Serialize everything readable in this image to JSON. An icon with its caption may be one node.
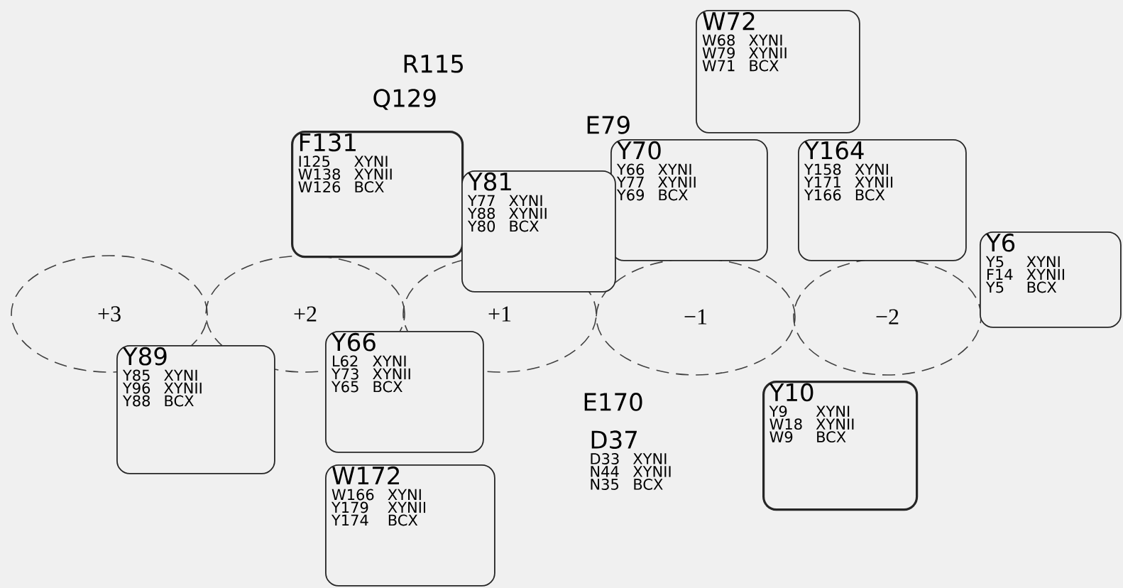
{
  "diagram": {
    "nodes": [
      {
        "text": [
          "+3"
        ]
      },
      {
        "text": [
          "+2"
        ]
      },
      {
        "text": [
          "+1"
        ]
      },
      {
        "text": [
          "−1"
        ]
      },
      {
        "text": [
          "−2"
        ]
      },
      {
        "text": [
          "W72",
          "W68",
          "XYNI",
          "W79",
          "XYNII",
          "W71",
          "BCX"
        ]
      },
      {
        "text": [
          "F131",
          "I125",
          "XYNI",
          "W138",
          "XYNII",
          "W126",
          "BCX"
        ]
      },
      {
        "text": [
          "Y70",
          "Y66",
          "XYNI",
          "Y77",
          "XYNII",
          "Y69",
          "BCX"
        ]
      },
      {
        "text": [
          "Y164",
          "Y158",
          "XYNI",
          "Y171",
          "XYNII",
          "Y166",
          "BCX"
        ]
      },
      {
        "text": [
          "Y81",
          "Y77",
          "XYNI",
          "Y88",
          "XYNII",
          "Y80",
          "BCX"
        ]
      },
      {
        "text": [
          "Y6",
          "Y5",
          "XYNI",
          "F14",
          "XYNII",
          "Y5",
          "BCX"
        ]
      },
      {
        "text": [
          "Y66",
          "L62",
          "XYNI",
          "Y73",
          "XYNII",
          "Y65",
          "BCX"
        ]
      },
      {
        "text": [
          "Y89",
          "Y85",
          "XYNI",
          "Y96",
          "XYNII",
          "Y88",
          "BCX"
        ]
      },
      {
        "text": [
          "Y10",
          "Y9",
          "XYNI",
          "W18",
          "XYNII",
          "W9",
          "BCX"
        ]
      },
      {
        "text": [
          "W172",
          "W166",
          "XYNI",
          "Y179",
          "XYNII",
          "Y174",
          "BCX"
        ]
      }
    ],
    "labels": [
      "R115",
      "Q129",
      "E79",
      "E170",
      "D37",
      "D33",
      "XYNI",
      "N44",
      "XYNII",
      "N35",
      "BCX"
    ]
  }
}
